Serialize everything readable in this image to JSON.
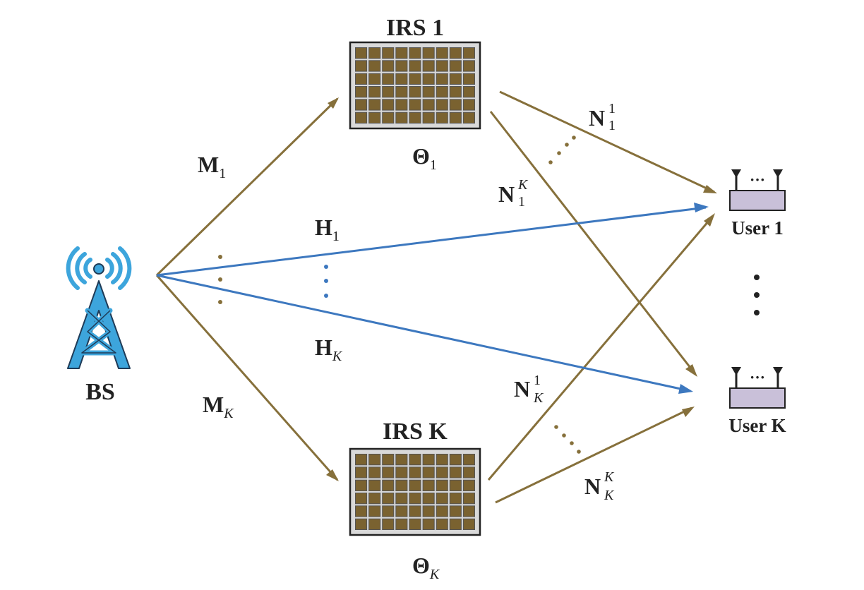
{
  "colors": {
    "brown": "#86703b",
    "blue": "#3d78bf",
    "tower_blue": "#3da5dc",
    "tower_outline": "#1f3b57",
    "irs_fill": "#7a6230",
    "irs_frame": "#555555",
    "user_box": "#c9c0d9",
    "dark": "#222222"
  },
  "nodes": {
    "bs": {
      "label": "BS"
    },
    "irs_1": {
      "label": "IRS 1",
      "phase": {
        "base": "Θ",
        "sub": "1"
      }
    },
    "irs_k": {
      "label": "IRS K",
      "phase": {
        "base": "Θ",
        "sub": "K"
      }
    },
    "user_1": {
      "label": "User 1",
      "antenna_dots": "···"
    },
    "user_k": {
      "label": "User K",
      "antenna_dots": "···"
    }
  },
  "edges": {
    "m_1": {
      "base": "M",
      "sub": "1"
    },
    "m_k": {
      "base": "M",
      "sub": "K"
    },
    "h_1": {
      "base": "H",
      "sub": "1"
    },
    "h_k": {
      "base": "H",
      "sub": "K"
    },
    "n_1_1": {
      "base": "N",
      "sub": "1",
      "sup": "1"
    },
    "n_1_k": {
      "base": "N",
      "sub": "1",
      "sup": "K"
    },
    "n_k_1": {
      "base": "N",
      "sub": "K",
      "sup": "1"
    },
    "n_k_k": {
      "base": "N",
      "sub": "K",
      "sup": "K"
    }
  }
}
